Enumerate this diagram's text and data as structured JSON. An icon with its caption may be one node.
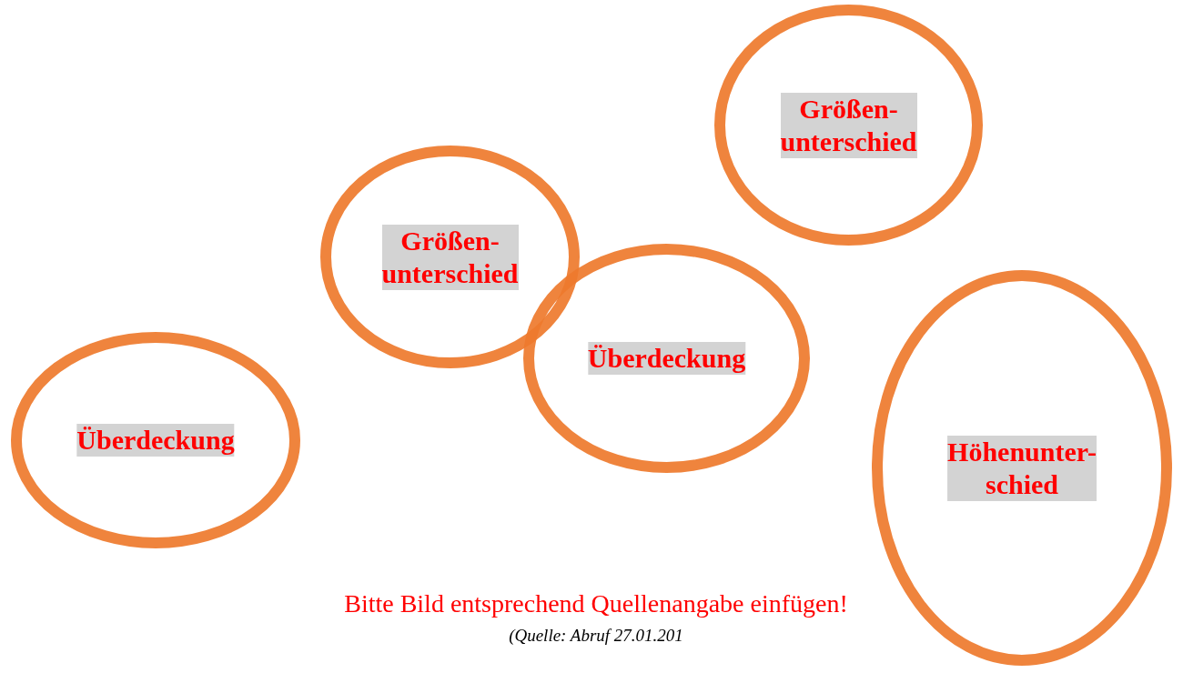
{
  "diagram": {
    "nodes": [
      {
        "text": [
          "Größen- unterschied"
        ]
      },
      {
        "text": [
          "Größen- unterschied"
        ]
      },
      {
        "text": [
          "Überdeckung"
        ]
      },
      {
        "text": [
          "Überdeckung"
        ]
      },
      {
        "text": [
          "Höhenunter- schied"
        ]
      }
    ],
    "edges": [],
    "labels": [
      "Bitte Bild entsprechend Quellenangabe einfügen!",
      "(Quelle: Abruf 27.01.201"
    ]
  }
}
